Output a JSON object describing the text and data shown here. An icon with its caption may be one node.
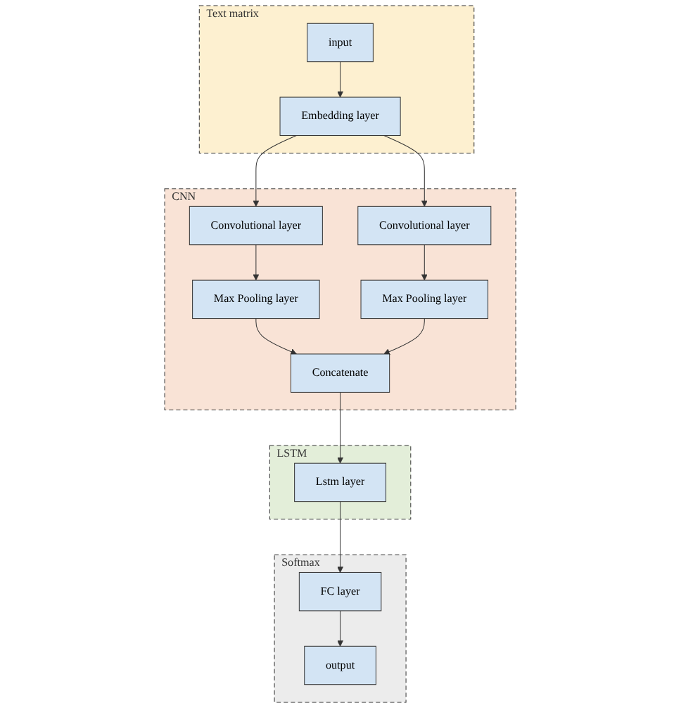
{
  "diagram": {
    "nodes": [
      {
        "text": [
          "Text matrix"
        ]
      },
      {
        "text": [
          "input"
        ],
        "in": 0
      },
      {
        "text": [
          "Embedding layer"
        ],
        "in": 0
      },
      {
        "text": [
          "CNN"
        ]
      },
      {
        "text": [
          "Convolutional layer"
        ],
        "in": 3
      },
      {
        "text": [
          "Max Pooling layer"
        ],
        "in": 3
      },
      {
        "text": [
          "Convolutional layer"
        ],
        "in": 3
      },
      {
        "text": [
          "Max Pooling layer"
        ],
        "in": 3
      },
      {
        "text": [
          "Concatenate"
        ],
        "in": 3
      },
      {
        "text": [
          "LSTM"
        ]
      },
      {
        "text": [
          "Lstm layer"
        ],
        "in": 9
      },
      {
        "text": [
          "Softmax"
        ]
      },
      {
        "text": [
          "FC layer"
        ],
        "in": 11
      },
      {
        "text": [
          "output"
        ],
        "in": 11
      }
    ],
    "edges": [
      {
        "from": 1,
        "to": 2,
        "arrow": "to"
      },
      {
        "from": 2,
        "to": 4,
        "arrow": "to"
      },
      {
        "from": 2,
        "to": 6,
        "arrow": "to"
      },
      {
        "from": 4,
        "to": 5,
        "arrow": "to"
      },
      {
        "from": 6,
        "to": 7,
        "arrow": "to"
      },
      {
        "from": 5,
        "to": 8,
        "arrow": "to"
      },
      {
        "from": 7,
        "to": 8,
        "arrow": "to"
      },
      {
        "from": 8,
        "to": 10,
        "arrow": "to"
      },
      {
        "from": 10,
        "to": 12,
        "arrow": "to"
      },
      {
        "from": 12,
        "to": 13,
        "arrow": "to"
      }
    ]
  }
}
